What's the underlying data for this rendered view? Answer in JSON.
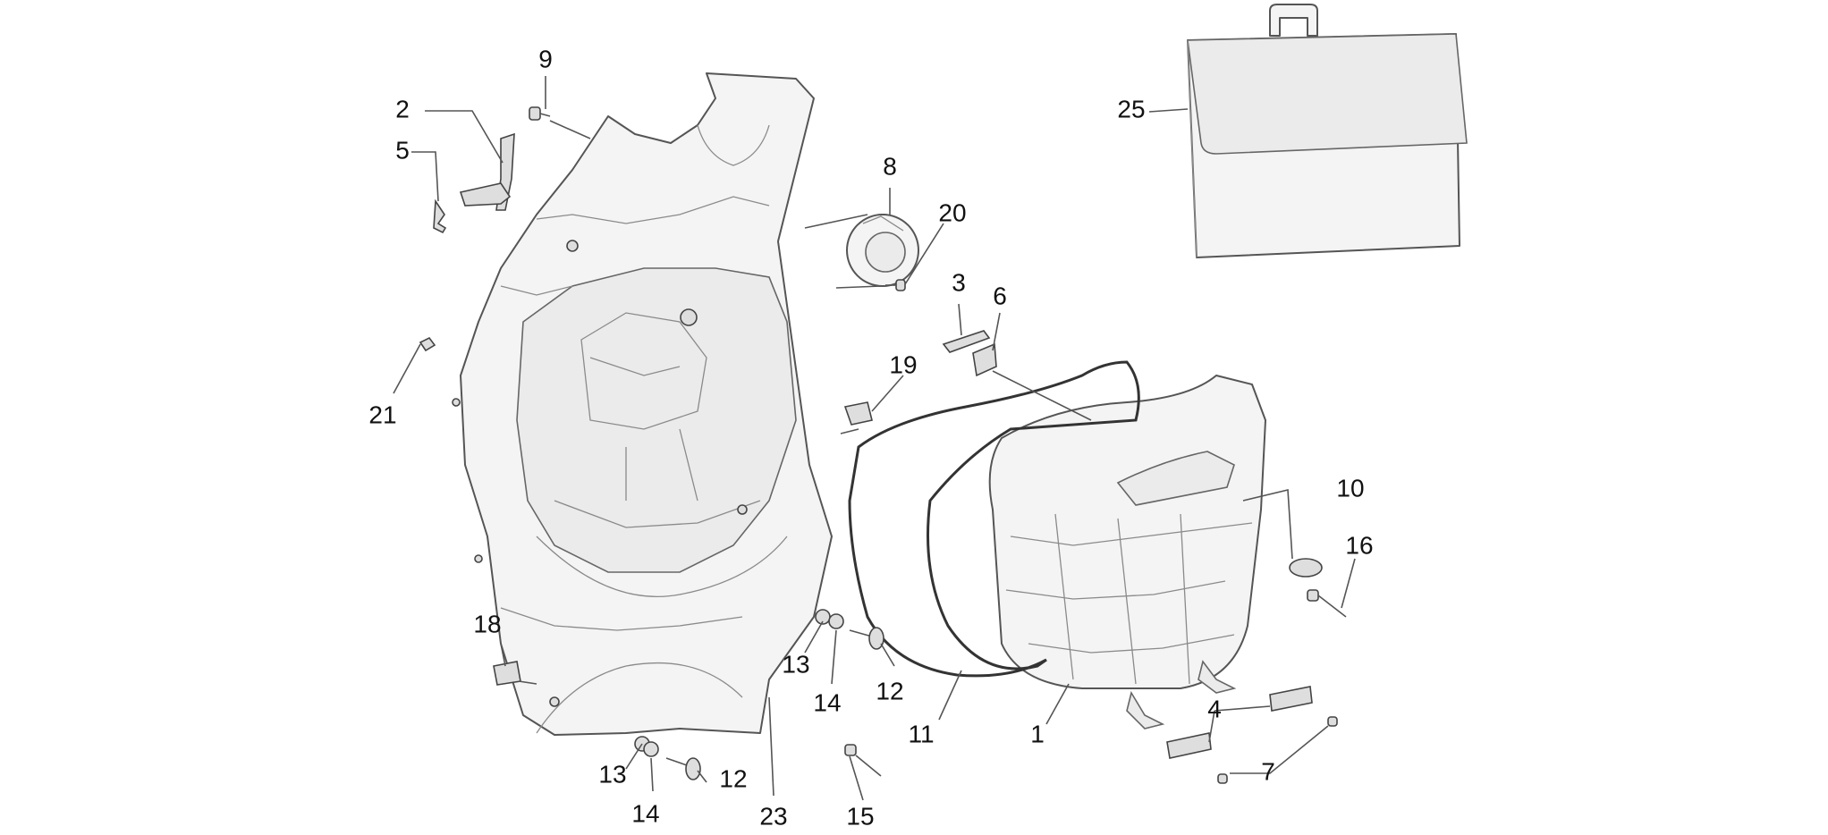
{
  "callouts": [
    {
      "id": "c1",
      "text": "1"
    },
    {
      "id": "c2",
      "text": "2"
    },
    {
      "id": "c3",
      "text": "3"
    },
    {
      "id": "c4",
      "text": "4"
    },
    {
      "id": "c5",
      "text": "5"
    },
    {
      "id": "c6",
      "text": "6"
    },
    {
      "id": "c7",
      "text": "7"
    },
    {
      "id": "c8",
      "text": "8"
    },
    {
      "id": "c9",
      "text": "9"
    },
    {
      "id": "c10",
      "text": "10"
    },
    {
      "id": "c11",
      "text": "11"
    },
    {
      "id": "c12a",
      "text": "12"
    },
    {
      "id": "c12b",
      "text": "12"
    },
    {
      "id": "c13a",
      "text": "13"
    },
    {
      "id": "c13b",
      "text": "13"
    },
    {
      "id": "c14a",
      "text": "14"
    },
    {
      "id": "c14b",
      "text": "14"
    },
    {
      "id": "c15",
      "text": "15"
    },
    {
      "id": "c16",
      "text": "16"
    },
    {
      "id": "c18",
      "text": "18"
    },
    {
      "id": "c19",
      "text": "19"
    },
    {
      "id": "c20",
      "text": "20"
    },
    {
      "id": "c21",
      "text": "21"
    },
    {
      "id": "c23",
      "text": "23"
    },
    {
      "id": "c25",
      "text": "25"
    }
  ]
}
